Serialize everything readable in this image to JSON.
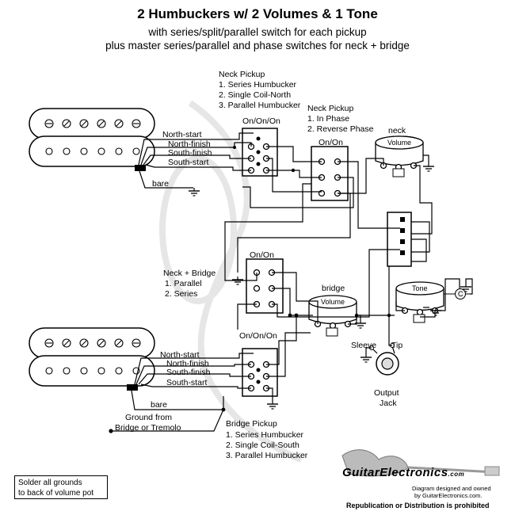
{
  "header": {
    "title": "2 Humbuckers w/ 2 Volumes & 1 Tone",
    "subtitle_1": "with series/split/parallel switch for each pickup",
    "subtitle_2": "plus master series/parallel and phase switches for neck + bridge"
  },
  "neck_pickup_switch": {
    "heading": "Neck Pickup",
    "items": [
      "1. Series Humbucker",
      "2. Single Coil-North",
      "3. Parallel Humbucker"
    ],
    "type": "On/On/On"
  },
  "neck_phase_switch": {
    "heading": "Neck Pickup",
    "items": [
      "1. In Phase",
      "2. Reverse Phase"
    ],
    "type": "On/On"
  },
  "neck_bridge_switch": {
    "heading": "Neck + Bridge",
    "items": [
      "1. Parallel",
      "2. Series"
    ],
    "type": "On/On"
  },
  "bridge_pickup_switch": {
    "heading": "Bridge Pickup",
    "items": [
      "1. Series Humbucker",
      "2. Single Coil-South",
      "3. Parallel Humbucker"
    ],
    "type": "On/On/On"
  },
  "wires": {
    "north_start": "North-start",
    "north_finish": "North-finish",
    "south_finish": "South-finish",
    "south_start": "South-start",
    "bare": "bare"
  },
  "pots": {
    "neck_label": "neck",
    "bridge_label": "bridge",
    "volume": "Volume",
    "tone": "Tone",
    "cap": "C"
  },
  "jack": {
    "sleeve": "Sleeve",
    "tip": "Tip",
    "name_1": "Output",
    "name_2": "Jack"
  },
  "ground": {
    "line_1": "Ground from",
    "line_2": "Bridge or Tremolo"
  },
  "legend": {
    "line_1": "Solder all grounds",
    "line_2": "to back of volume pot"
  },
  "brand": {
    "logo": "GuitarElectronics",
    "logo_suffix": ".com",
    "credit_1": "Diagram designed and owned",
    "credit_2": "by GuitarElectronics.com.",
    "notice": "Republication or Distribution is prohibited"
  }
}
